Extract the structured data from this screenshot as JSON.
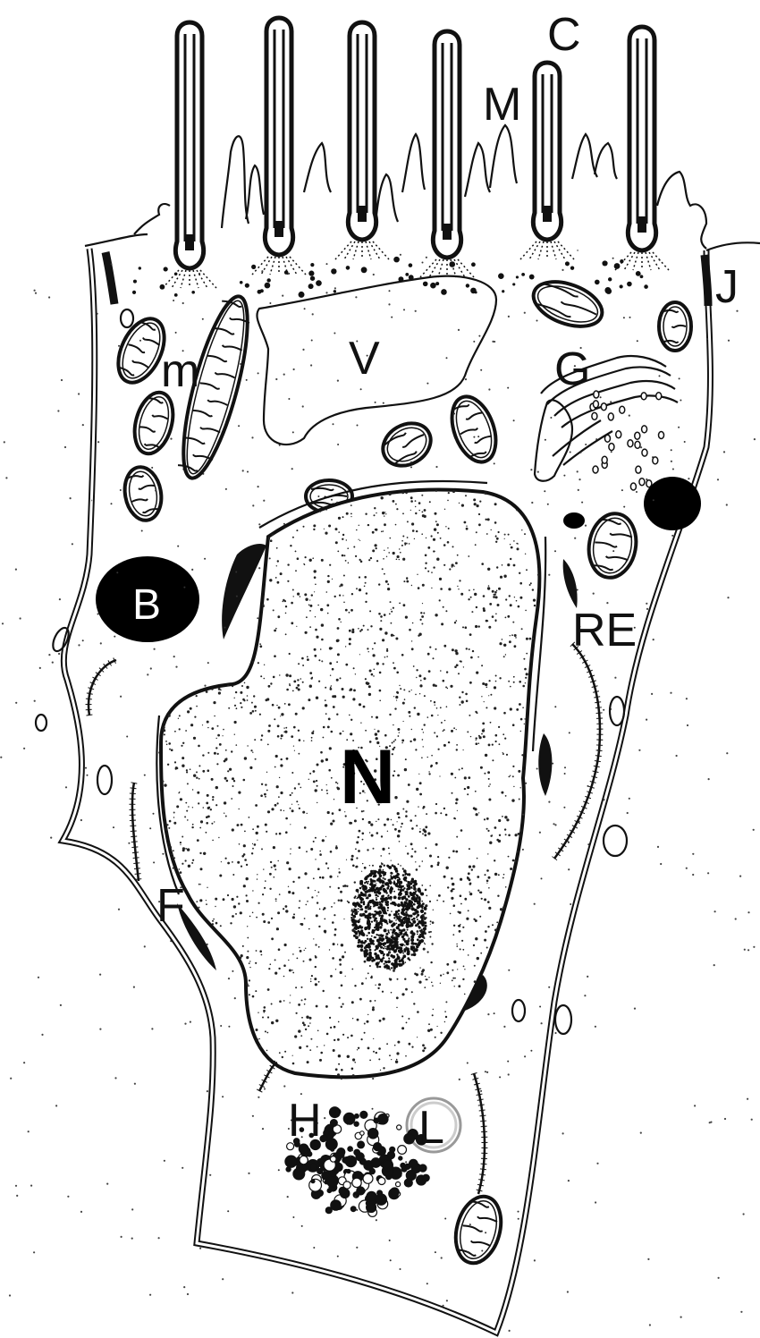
{
  "labels": {
    "C": "C",
    "M": "M",
    "J": "J",
    "V": "V",
    "m": "m",
    "G": "G",
    "B": "B",
    "RE": "RE",
    "N": "N",
    "F": "F",
    "H": "H",
    "L": "L"
  },
  "colors": {
    "ink": "#111111",
    "background": "#ffffff"
  }
}
